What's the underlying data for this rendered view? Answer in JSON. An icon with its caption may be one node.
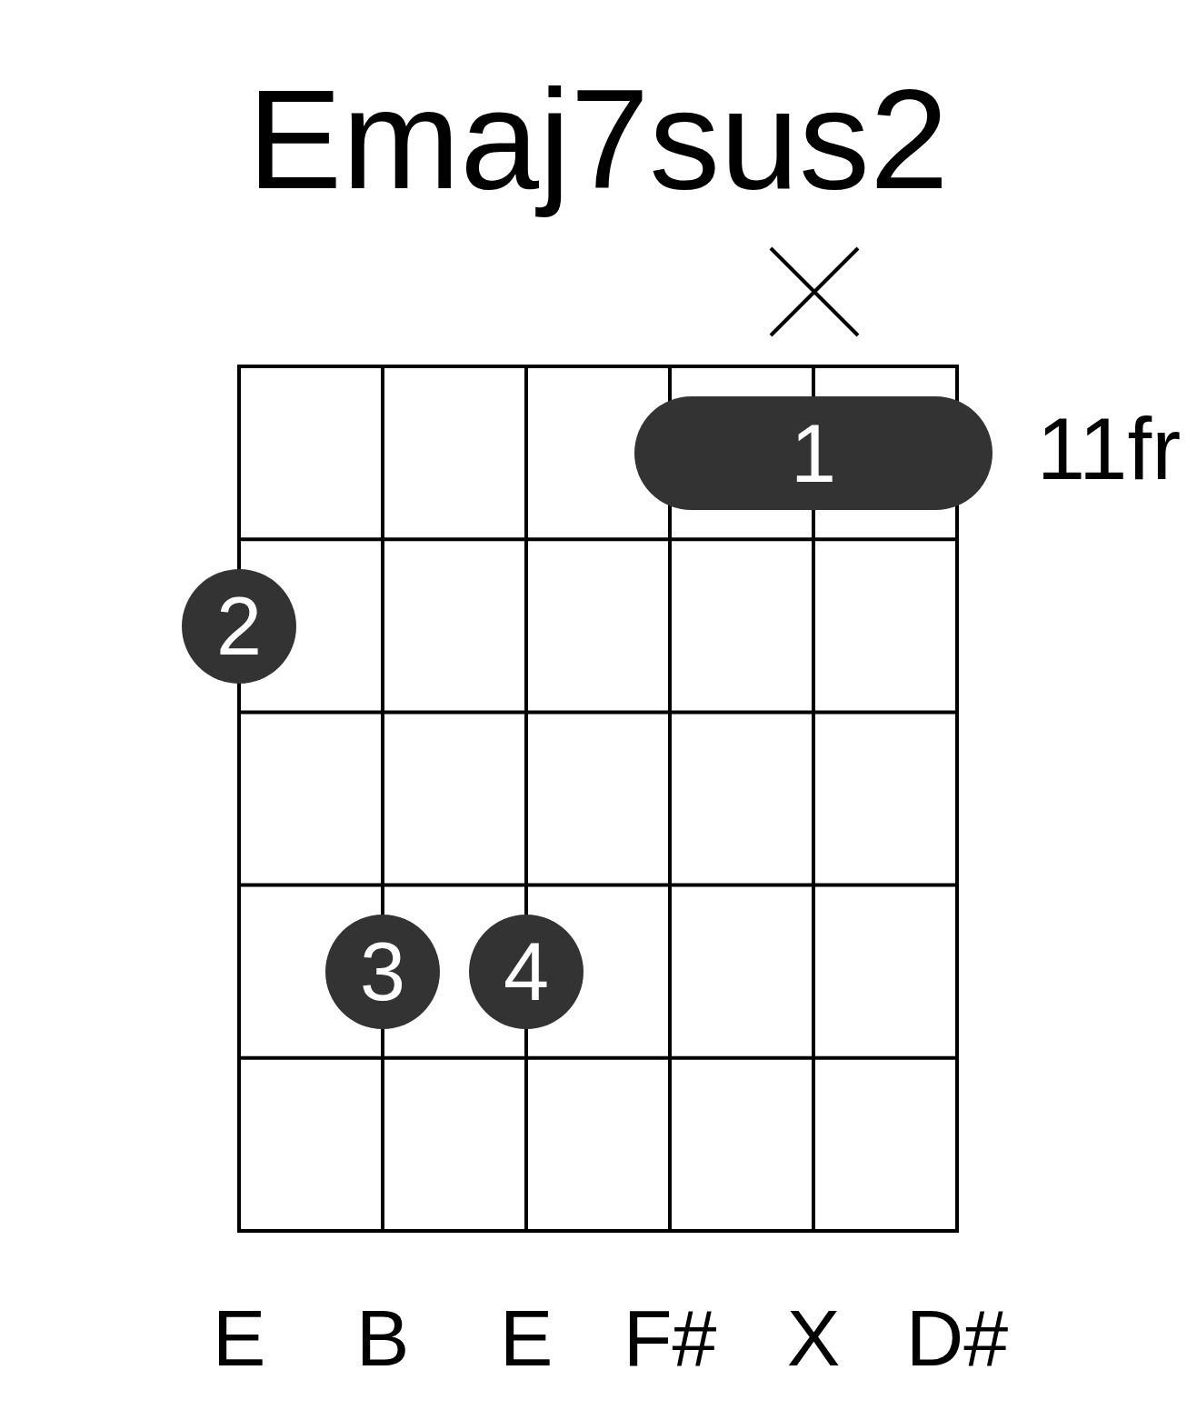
{
  "diagram": {
    "title": "Emaj7sus2",
    "nodes": [
      {
        "text": [
          "1"
        ]
      },
      {
        "text": [
          "2"
        ]
      },
      {
        "text": [
          "3"
        ]
      },
      {
        "text": [
          "4"
        ]
      }
    ],
    "edges": [],
    "labels": [
      "11fr",
      "E",
      "B",
      "E",
      "F#",
      "X",
      "D#"
    ]
  }
}
